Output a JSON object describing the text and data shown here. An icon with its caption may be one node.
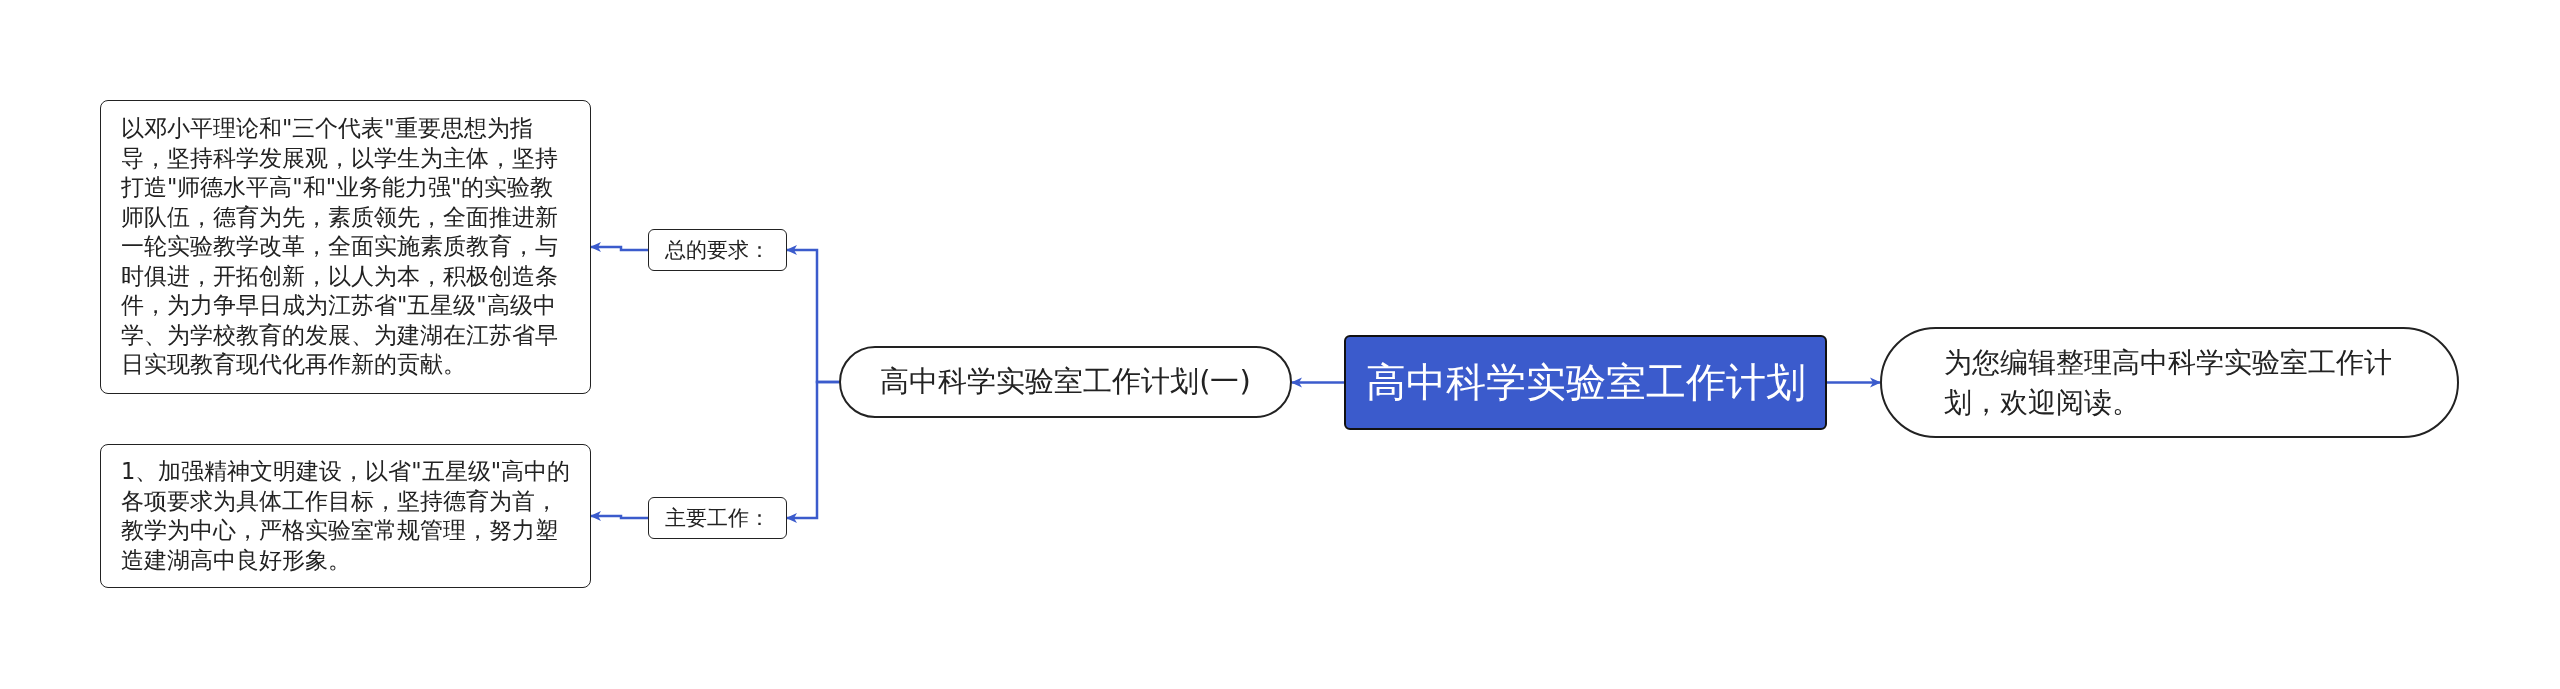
{
  "diagram": {
    "nodes": [
      {
        "text": [
          "高中科学实验室工作计划"
        ]
      },
      {
        "text": [
          "为您编辑整理高中科学实验室工作计划，欢迎阅读。"
        ]
      },
      {
        "text": [
          "高中科学实验室工作计划(一)"
        ]
      },
      {
        "text": [
          "总的要求："
        ]
      },
      {
        "text": [
          "以邓小平理论和\"三个代表\"重要思想为指导，坚持科学发展观，以学生为主体，坚持打造\"师德水平高\"和\"业务能力强\"的实验教师队伍，德育为先，素质领先，全面推进新一轮实验教学改革，全面实施素质教育，与时俱进，开拓创新，以人为本，积极创造条件，为力争早日成为江苏省\"五星级\"高级中学、为学校教育的发展、为建湖在江苏省早日实现教育现代化再作新的贡献。"
        ]
      },
      {
        "text": [
          "主要工作："
        ]
      },
      {
        "text": [
          "1、加强精神文明建设，以省\"五星级\"高中的各项要求为具体工作目标，坚持德育为首，教学为中心，严格实验室常规管理，努力塑造建湖高中良好形象。"
        ]
      }
    ],
    "edges": [
      {
        "from": 0,
        "to": 1,
        "arrow": "to"
      },
      {
        "from": 0,
        "to": 2,
        "arrow": "to"
      },
      {
        "from": 2,
        "to": 3,
        "arrow": "to"
      },
      {
        "from": 2,
        "to": 5,
        "arrow": "to"
      },
      {
        "from": 3,
        "to": 4,
        "arrow": "to"
      },
      {
        "from": 5,
        "to": 6,
        "arrow": "to"
      }
    ]
  }
}
